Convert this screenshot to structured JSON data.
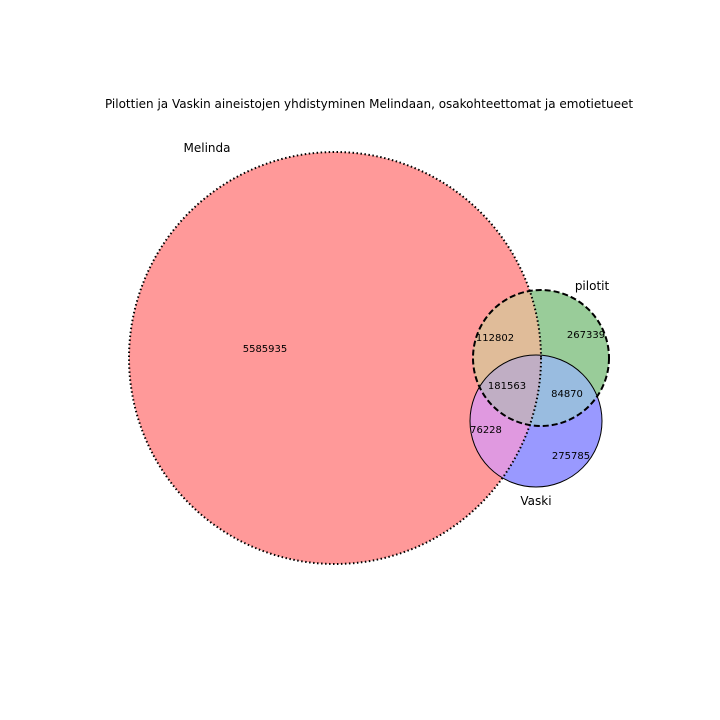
{
  "chart_data": {
    "type": "venn3",
    "title": "Pilottien ja Vaskin aineistojen yhdistyminen Melindaan, osakohteettomat ja emotietueet",
    "sets": [
      {
        "name": "Melinda",
        "color": "#ff9999",
        "outline": "dotted"
      },
      {
        "name": "pilotit",
        "color": "#99cc99",
        "outline": "dashed"
      },
      {
        "name": "Vaski",
        "color": "#9999ff",
        "outline": "solid"
      }
    ],
    "regions": [
      {
        "sets": [
          "Melinda"
        ],
        "value": 5585935
      },
      {
        "sets": [
          "pilotit"
        ],
        "value": 267339
      },
      {
        "sets": [
          "Vaski"
        ],
        "value": 275785
      },
      {
        "sets": [
          "Melinda",
          "pilotit"
        ],
        "value": 112802
      },
      {
        "sets": [
          "Melinda",
          "Vaski"
        ],
        "value": 76228
      },
      {
        "sets": [
          "pilotit",
          "Vaski"
        ],
        "value": 84870
      },
      {
        "sets": [
          "Melinda",
          "pilotit",
          "Vaski"
        ],
        "value": 181563
      }
    ],
    "overlap_colors": {
      "Melinda+pilotit": "#e0bc99",
      "Melinda+Vaski": "#e099e0",
      "pilotit+Vaski": "#99bce0",
      "Melinda+pilotit+Vaski": "#c0aec4"
    }
  }
}
